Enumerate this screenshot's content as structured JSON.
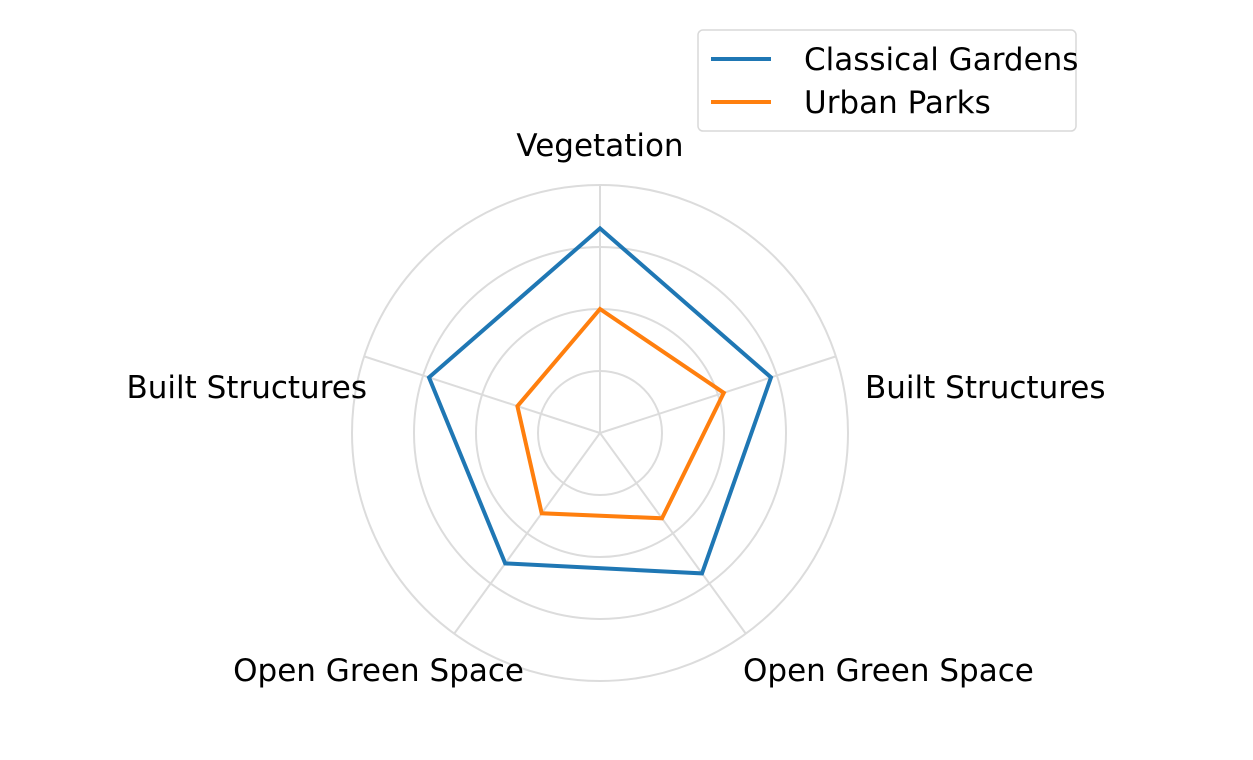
{
  "chart_data": {
    "type": "radar",
    "axes": [
      "Vegetation",
      "Built Structures",
      "Open Green Space",
      "Open Green Space",
      "Built Structures"
    ],
    "rmax": 4,
    "rings": [
      1,
      2,
      3,
      4
    ],
    "grid": true,
    "legend_position": "top-right",
    "series": [
      {
        "name": "Classical Gardens",
        "color": "#1f77b4",
        "values": [
          3.3,
          2.9,
          2.8,
          2.6,
          2.9
        ]
      },
      {
        "name": "Urban Parks",
        "color": "#ff7f0e",
        "values": [
          2.0,
          2.1,
          1.7,
          1.6,
          1.4
        ]
      }
    ]
  }
}
